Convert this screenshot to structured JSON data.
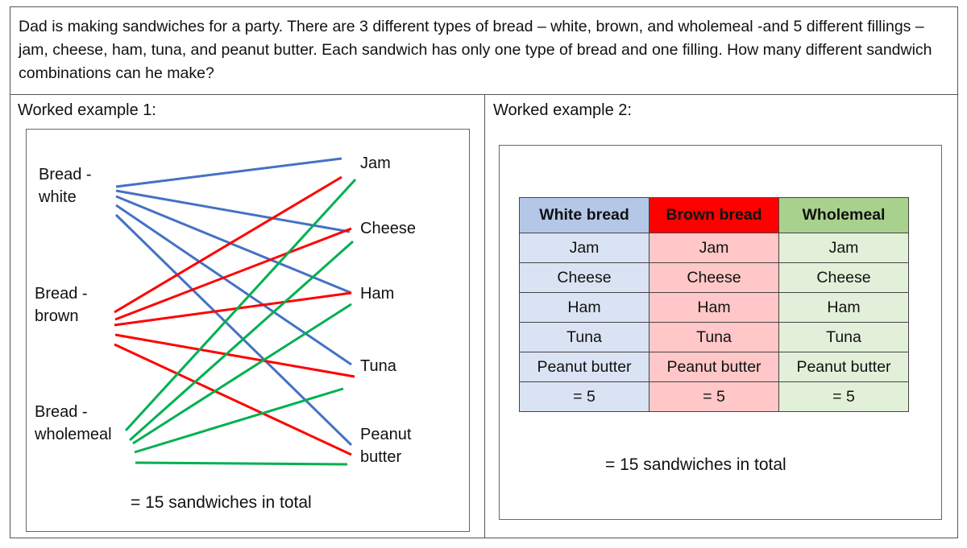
{
  "question": "Dad is making sandwiches for a party. There are 3 different types of bread – white, brown, and wholemeal -and 5 different fillings – jam, cheese, ham, tuna, and peanut butter. Each sandwich has only one type of bread and one filling. How many different sandwich combinations can he make?",
  "example1": {
    "heading": "Worked example 1:",
    "breads": [
      {
        "line1": "Bread -",
        "line2": "white",
        "color": "#4472c4"
      },
      {
        "line1": "Bread -",
        "line2": "brown",
        "color": "#ff0000"
      },
      {
        "line1": "Bread -",
        "line2": "wholemeal",
        "color": "#00b050"
      }
    ],
    "fillings": [
      "Jam",
      "Cheese",
      "Ham",
      "Tuna",
      "Peanut",
      "butter"
    ],
    "total": "= 15 sandwiches in total"
  },
  "example2": {
    "heading": "Worked example 2:",
    "columns": [
      "White bread",
      "Brown bread",
      "Wholemeal"
    ],
    "rows": [
      [
        "Jam",
        "Jam",
        "Jam"
      ],
      [
        "Cheese",
        "Cheese",
        "Cheese"
      ],
      [
        "Ham",
        "Ham",
        "Ham"
      ],
      [
        "Tuna",
        "Tuna",
        "Tuna"
      ],
      [
        "Peanut butter",
        "Peanut butter",
        "Peanut butter"
      ],
      [
        "= 5",
        "= 5",
        "= 5"
      ]
    ],
    "total": "= 15 sandwiches in total"
  }
}
